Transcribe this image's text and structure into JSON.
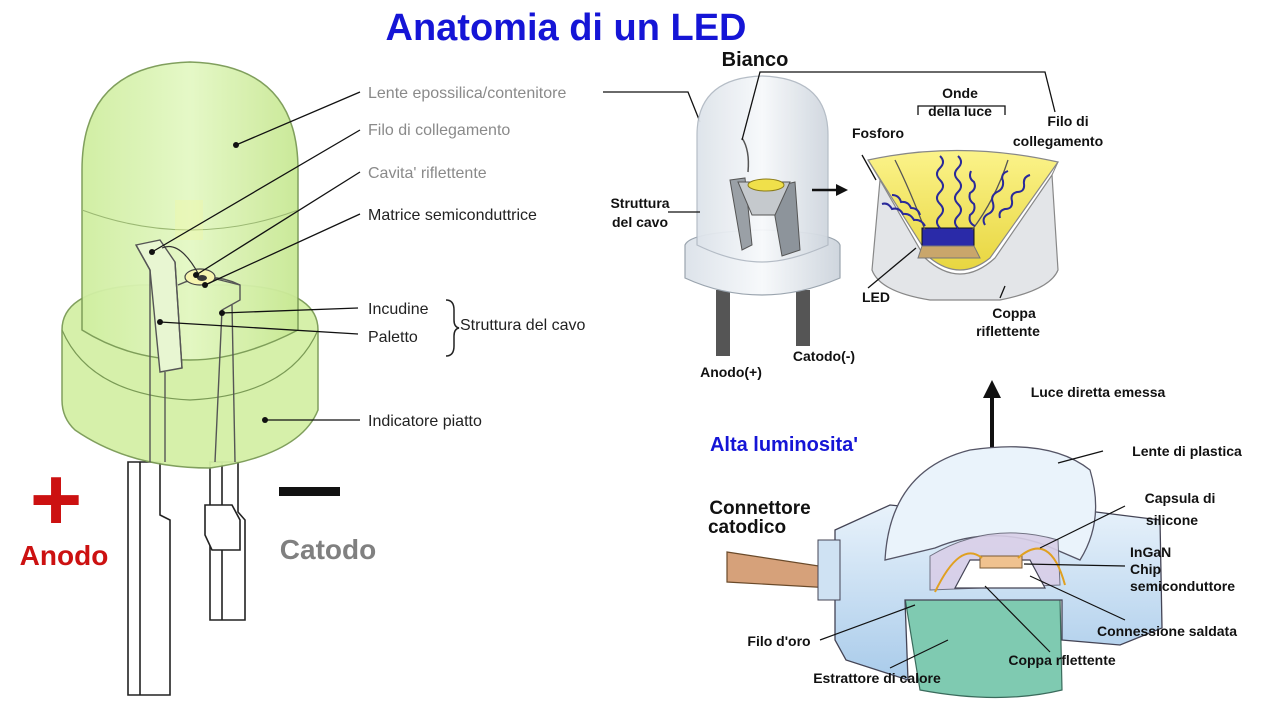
{
  "title": "Anatomia di un LED",
  "left_labels": {
    "lente": "Lente epossilica/contenitore",
    "filo": "Filo di collegamento",
    "cavita": "Cavita' riflettente",
    "matrice": "Matrice semiconduttrice",
    "incudine": "Incudine",
    "paletto": "Paletto",
    "struttura": "Struttura del cavo",
    "indicatore": "Indicatore piatto",
    "plus": "+",
    "anodo": "Anodo",
    "minus": "—",
    "catodo": "Catodo"
  },
  "bianco": {
    "title": "Bianco",
    "onde_1": "Onde",
    "onde_2": "della luce",
    "filo_1": "Filo di",
    "filo_2": "collegamento",
    "fosforo": "Fosforo",
    "struttura_1": "Struttura",
    "struttura_2": "del cavo",
    "led": "LED",
    "coppa_1": "Coppa",
    "coppa_2": "riflettente",
    "anodo": "Anodo(+)",
    "catodo": "Catodo(-)"
  },
  "alta": {
    "title": "Alta luminosita'",
    "luce": "Luce diretta emessa",
    "lente": "Lente di plastica",
    "connettore_1": "Connettore",
    "connettore_2": "catodico",
    "capsula_1": "Capsula di",
    "capsula_2": "silicone",
    "ingan_1": "InGaN",
    "ingan_2": "Chip",
    "ingan_3": "semiconduttore",
    "filo_oro": "Filo d'oro",
    "connessione": "Connessione saldata",
    "coppa": "Coppa rflettente",
    "estrattore": "Estrattore di calore"
  },
  "colors": {
    "title": "#1515d6",
    "anodo": "#cc1111",
    "catodo": "#808080",
    "led_body": "#d9f2b0",
    "led_stroke": "#7a9a55",
    "label_grey": "#8a8a8a"
  }
}
